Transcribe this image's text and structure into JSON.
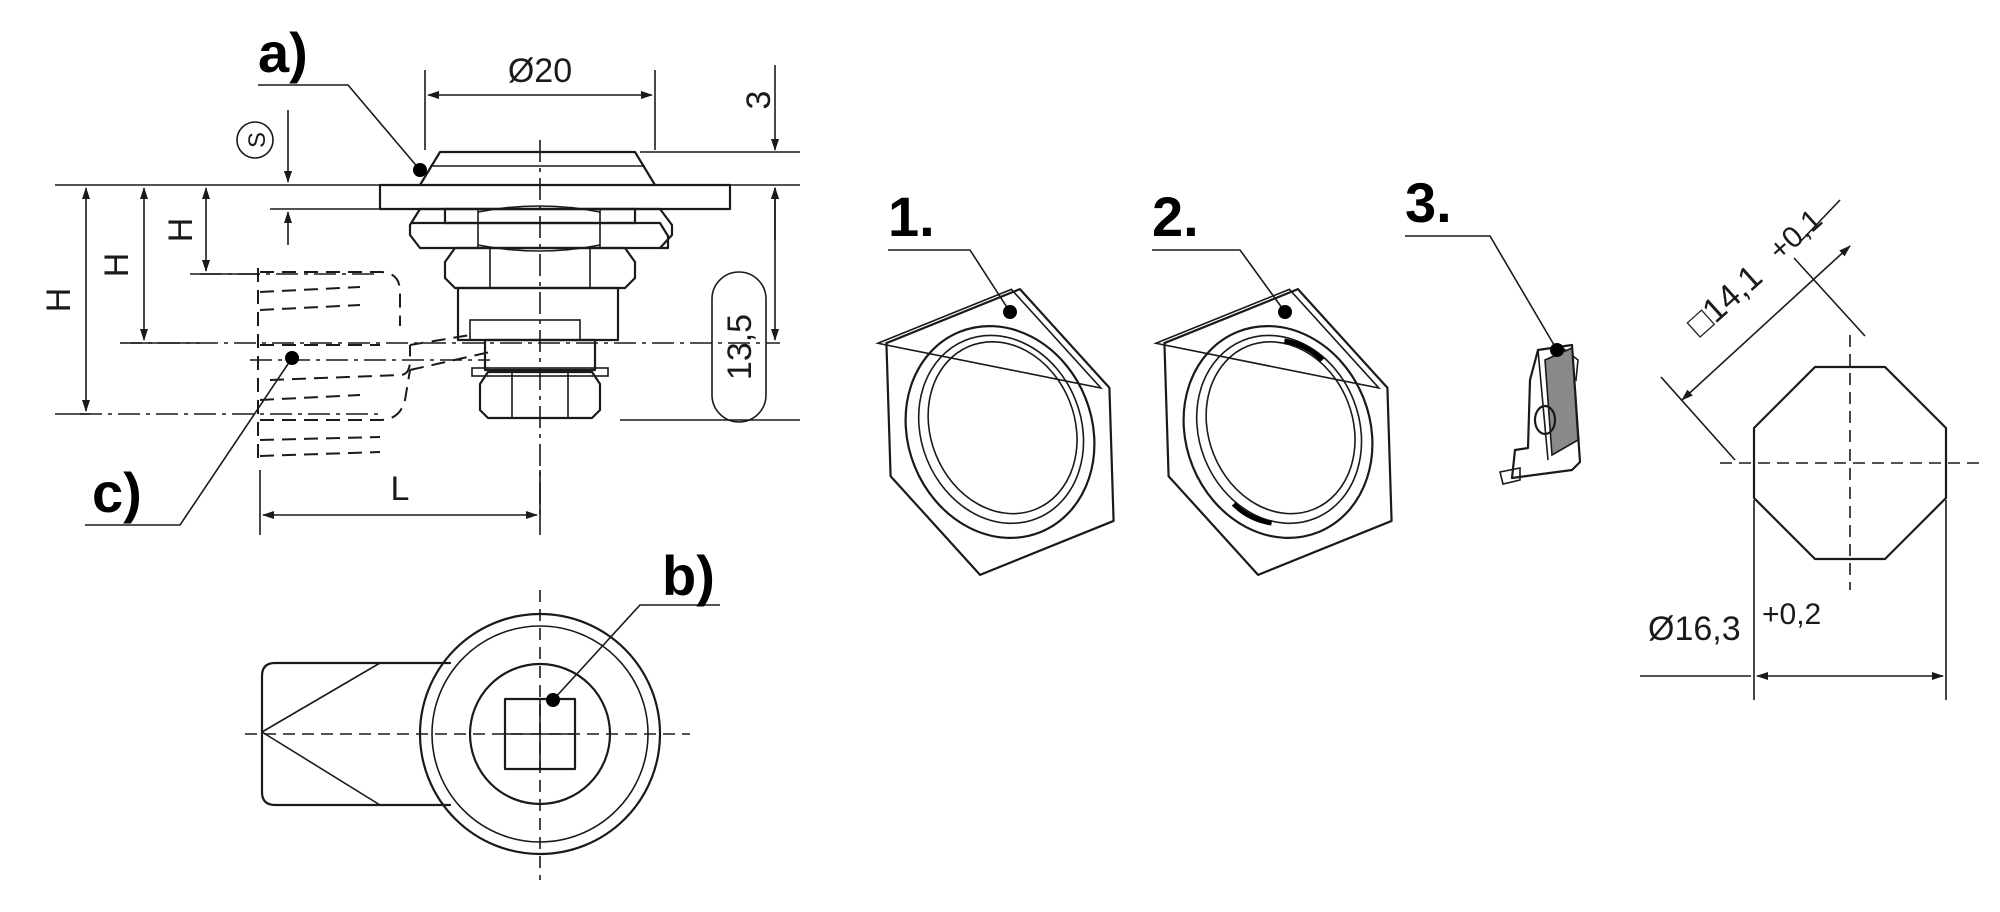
{
  "labels": {
    "a": "a)",
    "b": "b)",
    "c": "c)",
    "part1": "1.",
    "part2": "2.",
    "part3": "3."
  },
  "dimensions": {
    "diameter_top": "Ø20",
    "dim_3": "3",
    "dim_s": "S",
    "h_inner": "H",
    "h_middle": "H",
    "h_outer": "H",
    "dim_13_5": "13,5",
    "length": "L",
    "square": "□14,1",
    "square_tol": "+0,1",
    "diameter_cutout": "Ø16,3",
    "diameter_tol": "+0,2"
  }
}
